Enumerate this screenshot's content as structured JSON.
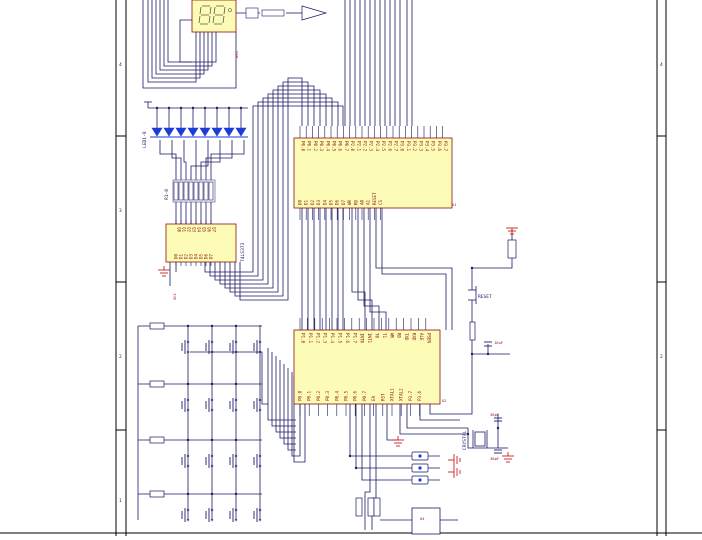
{
  "colors": {
    "background": "#ffffff",
    "wire": "#1a1a66",
    "chip_fill": "#fdfcb6",
    "chip_border": "#8b1010",
    "led": "#1c3cd8",
    "ground": "#c81e1e",
    "frame": "#000000"
  },
  "u1": {
    "ref": "U1",
    "top_pins": [
      "P0.0",
      "P0.1",
      "P0.2",
      "P0.3",
      "P0.4",
      "P0.5",
      "P0.6",
      "P0.7",
      "P2.0",
      "P2.1",
      "P2.2",
      "P2.3",
      "P2.4",
      "P2.5",
      "P2.6",
      "P2.7",
      "P3.0",
      "P3.1",
      "P3.2",
      "P3.3",
      "P3.4",
      "P3.5",
      "P3.6",
      "P3.7"
    ],
    "bottom_pins": [
      "D0",
      "D1",
      "D2",
      "D3",
      "D4",
      "D5",
      "D6",
      "D7",
      "WR",
      "RD",
      "A0",
      "A1",
      "RESET",
      "CS"
    ]
  },
  "u2": {
    "ref": "U2",
    "top_pins": [
      "P1.0",
      "P1.1",
      "P1.2",
      "P1.3",
      "P1.4",
      "P1.5",
      "P1.6",
      "P1.7",
      "INT0",
      "INT1",
      "T0",
      "T1",
      "WR",
      "RD",
      "TXD",
      "RXD",
      "ALE",
      "PSEN"
    ],
    "bottom_pins": [
      "P0.0",
      "P0.1",
      "P0.2",
      "P0.3",
      "P0.4",
      "P0.5",
      "P0.6",
      "P0.7",
      "EA",
      "RST",
      "XTAL1",
      "XTAL2",
      "P3.7",
      "P3.6"
    ]
  },
  "latch": {
    "ref": "74LS373",
    "top_pins": [
      "Q0",
      "Q1",
      "Q2",
      "Q3",
      "Q4",
      "Q5",
      "Q6",
      "Q7"
    ],
    "bottom_pins": [
      "D0",
      "D1",
      "D2",
      "D3",
      "D4",
      "D5",
      "D6",
      "D7"
    ]
  },
  "labels": {
    "leds": "LED1-8",
    "resistor_pack": "R1-8",
    "display": "DS1",
    "reset": "RESET",
    "crystal": "CRYSTAL",
    "cap_a": "30pF",
    "cap_b": "30pF",
    "cap_c": "10uF",
    "vcc": "VCC",
    "gate": "U4"
  },
  "border_marks": [
    "4",
    "3",
    "2",
    "1"
  ]
}
